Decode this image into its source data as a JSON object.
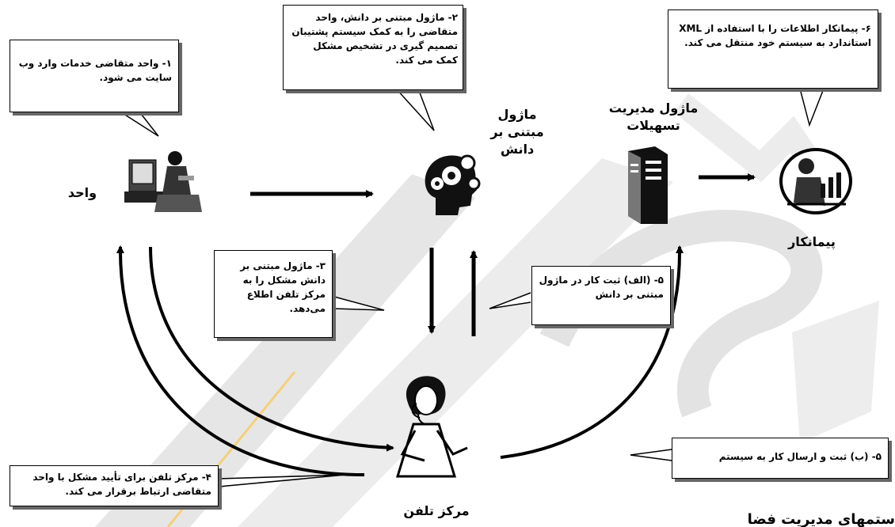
{
  "nodes": {
    "vahed": "واحد",
    "km": "ماژول مبتنی بر دانش",
    "fm": "ماژول مدیریت تسهیلات",
    "contractor": "پیمانکار",
    "callcenter": "مرکز تلفن"
  },
  "callouts": {
    "c1": "۱- واحد متقاضی خدمات وارد وب سایت می شود.",
    "c2": "۲- ماژول مبتنی بر دانش، واحد متقاضی را به کمک سیستم پشتیبان تصمیم گیری در تشخیص مشکل کمک می کند.",
    "c3": "۳- ماژول مبتنی بر دانش مشکل را به مرکز تلفن اطلاع می‌دهد.",
    "c4": "۴- مرکز تلفن برای تأیید مشکل با واحد متقاضی ارتباط برقرار می کند.",
    "c5a": "۵- (الف) ثبت کار در ماژول مبتنی بر دانش",
    "c5b": "۵- (ب) ثبت و ارسال کار به سیستم",
    "c6": "۶- پیمانکار اطلاعات را با استفاده از XML استاندارد به سیستم خود منتقل می کند."
  },
  "footer_partial": "ستمهای مدیریت فضا"
}
